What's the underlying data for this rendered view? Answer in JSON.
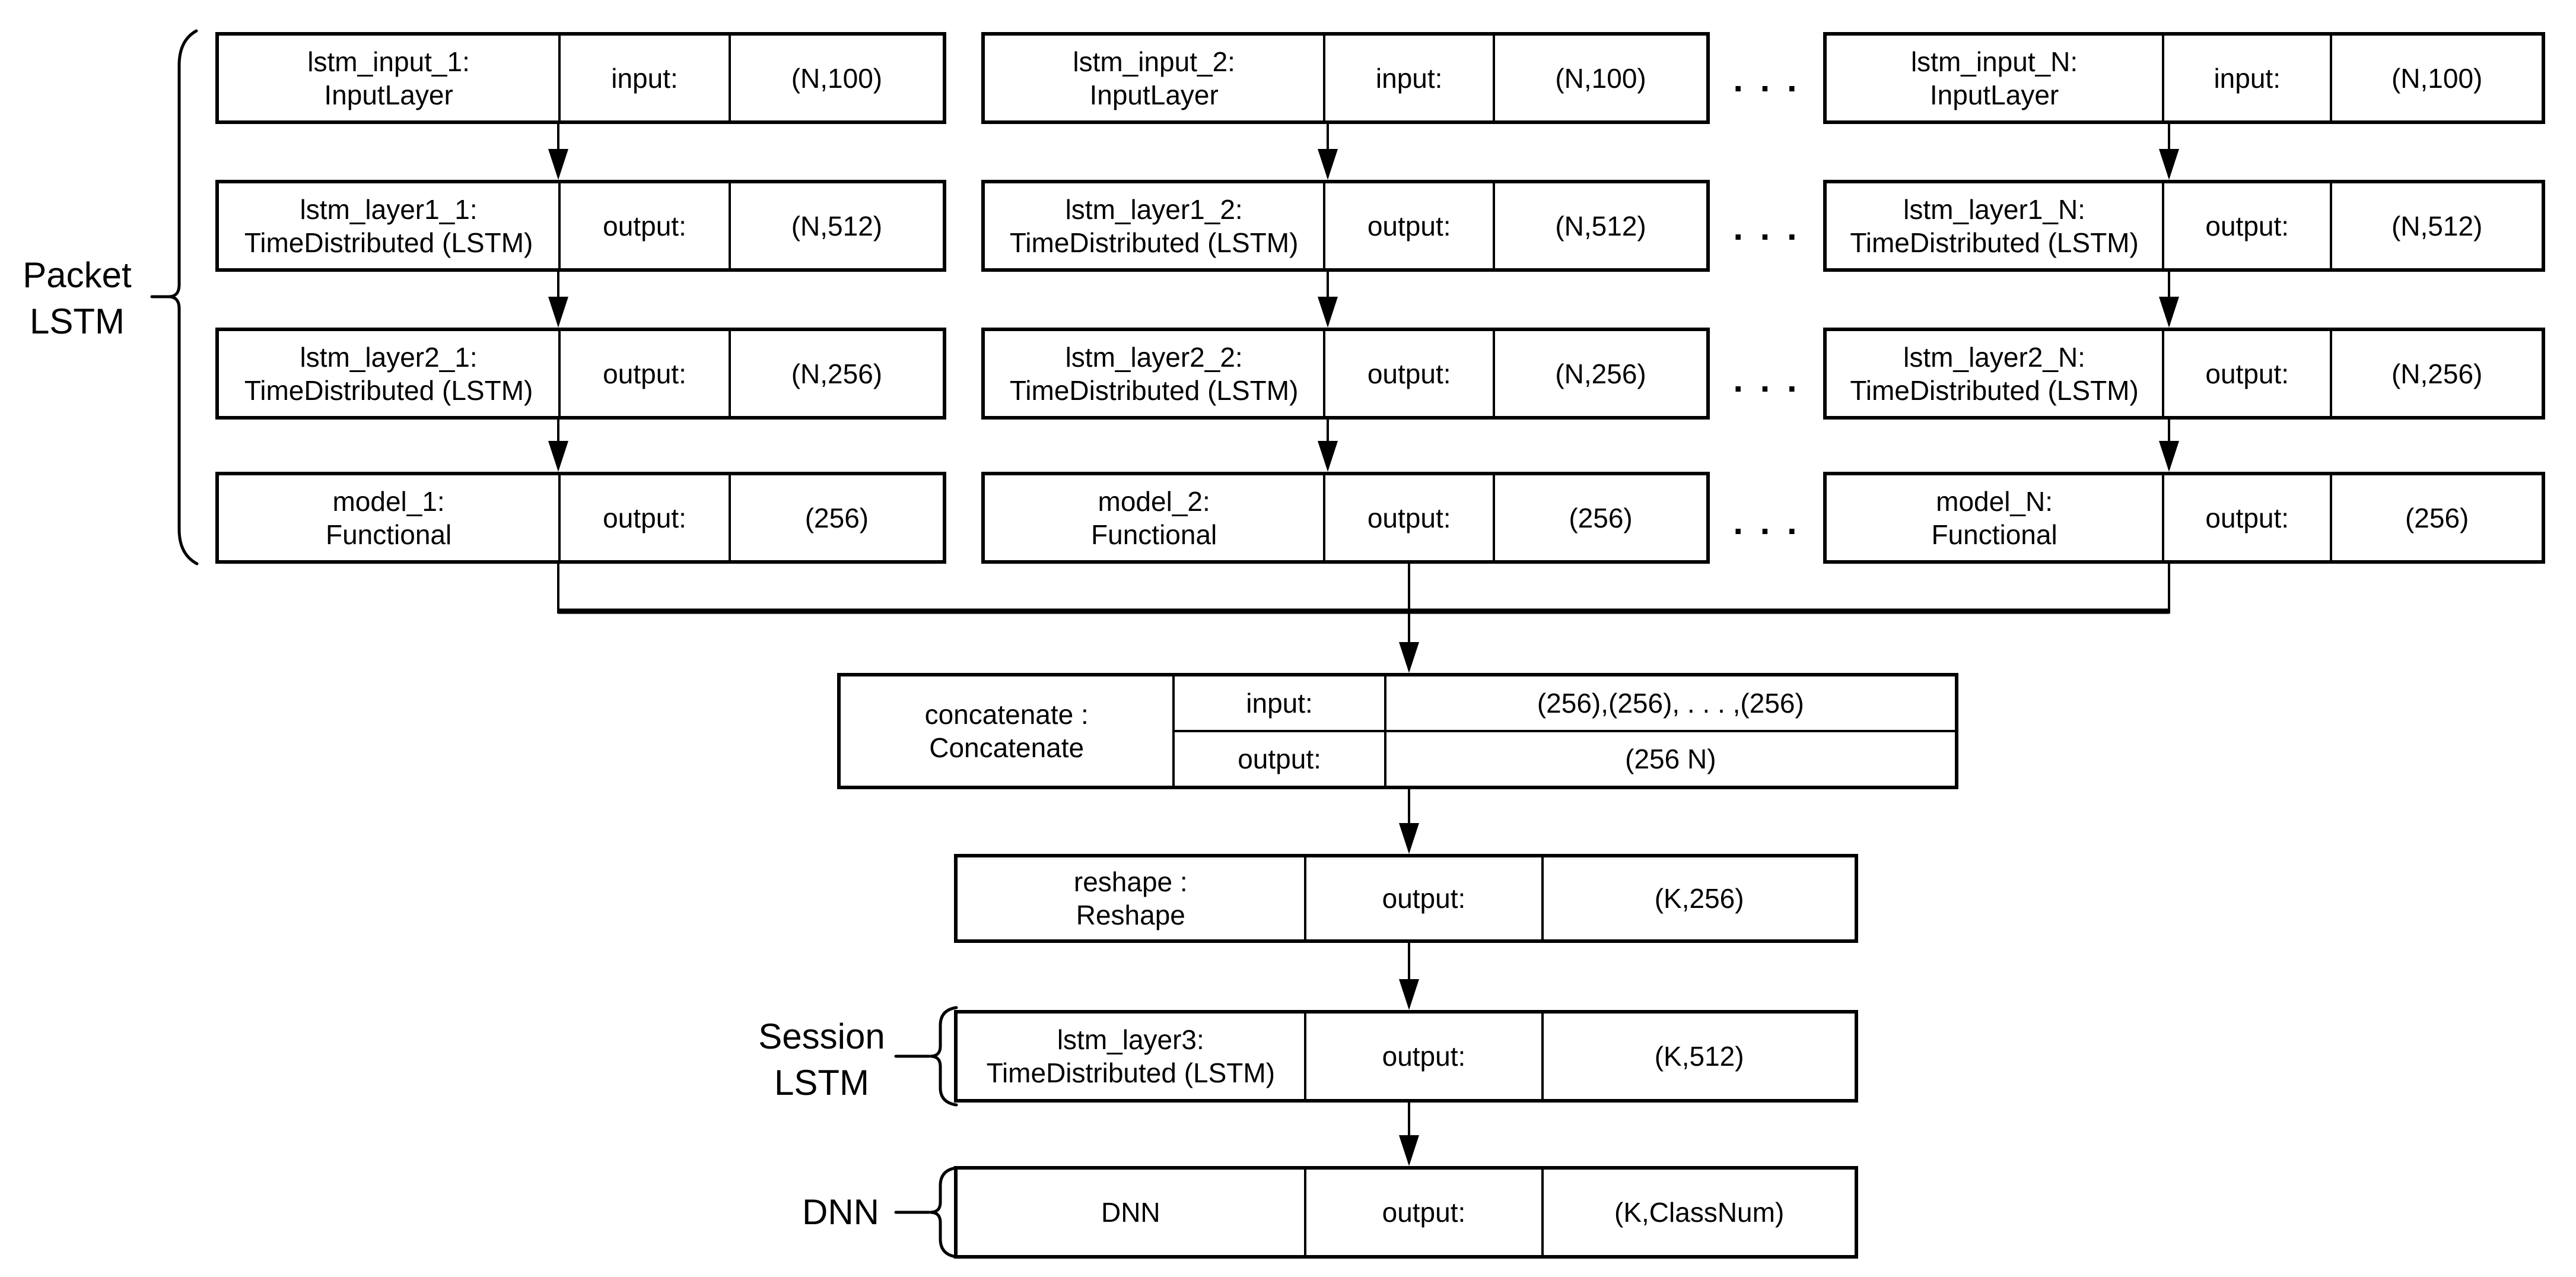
{
  "packet_lstm": {
    "label": {
      "line1": "Packet",
      "line2": "LSTM"
    },
    "ellipsis": ". . .",
    "columns": [
      {
        "rows": [
          {
            "name1": "lstm_input_1:",
            "name2": "InputLayer",
            "tag": "input:",
            "shape": "(N,100)"
          },
          {
            "name1": "lstm_layer1_1:",
            "name2": "TimeDistributed (LSTM)",
            "tag": "output:",
            "shape": "(N,512)"
          },
          {
            "name1": "lstm_layer2_1:",
            "name2": "TimeDistributed (LSTM)",
            "tag": "output:",
            "shape": "(N,256)"
          },
          {
            "name1": "model_1:",
            "name2": "Functional",
            "tag": "output:",
            "shape": "(256)"
          }
        ]
      },
      {
        "rows": [
          {
            "name1": "lstm_input_2:",
            "name2": "InputLayer",
            "tag": "input:",
            "shape": "(N,100)"
          },
          {
            "name1": "lstm_layer1_2:",
            "name2": "TimeDistributed (LSTM)",
            "tag": "output:",
            "shape": "(N,512)"
          },
          {
            "name1": "lstm_layer2_2:",
            "name2": "TimeDistributed (LSTM)",
            "tag": "output:",
            "shape": "(N,256)"
          },
          {
            "name1": "model_2:",
            "name2": "Functional",
            "tag": "output:",
            "shape": "(256)"
          }
        ]
      },
      {
        "rows": [
          {
            "name1": "lstm_input_N:",
            "name2": "InputLayer",
            "tag": "input:",
            "shape": "(N,100)"
          },
          {
            "name1": "lstm_layer1_N:",
            "name2": "TimeDistributed (LSTM)",
            "tag": "output:",
            "shape": "(N,512)"
          },
          {
            "name1": "lstm_layer2_N:",
            "name2": "TimeDistributed (LSTM)",
            "tag": "output:",
            "shape": "(N,256)"
          },
          {
            "name1": "model_N:",
            "name2": "Functional",
            "tag": "output:",
            "shape": "(256)"
          }
        ]
      }
    ]
  },
  "concatenate": {
    "name1": "concatenate :",
    "name2": "Concatenate",
    "rows": [
      {
        "tag": "input:",
        "value": "(256),(256), . . . ,(256)"
      },
      {
        "tag": "output:",
        "value": "(256 N)"
      }
    ]
  },
  "reshape": {
    "name1": "reshape :",
    "name2": "Reshape",
    "tag": "output:",
    "shape": "(K,256)"
  },
  "session_lstm": {
    "label": {
      "line1": "Session",
      "line2": "LSTM"
    },
    "box": {
      "name1": "lstm_layer3:",
      "name2": "TimeDistributed (LSTM)",
      "tag": "output:",
      "shape": "(K,512)"
    }
  },
  "dnn": {
    "label": "DNN",
    "box": {
      "name": "DNN",
      "tag": "output:",
      "shape": "(K,ClassNum)"
    }
  },
  "colors": {
    "line": "#000000",
    "background": "#ffffff"
  }
}
